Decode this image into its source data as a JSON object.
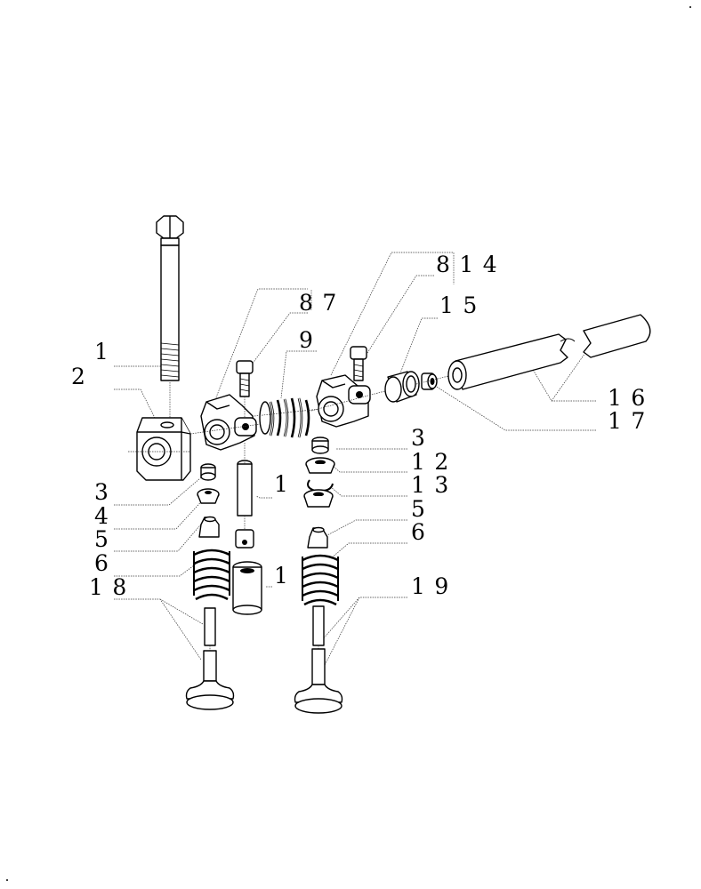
{
  "callouts": {
    "c1": "1",
    "c2": "2",
    "c3a": "3",
    "c4": "4",
    "c5a": "5",
    "c6a": "6",
    "c18": "18",
    "c87": "87",
    "c9": "9",
    "c814": "814",
    "c15": "15",
    "c16": "16",
    "c17": "17",
    "c3b": "3",
    "c12": "12",
    "c13": "13",
    "c5b": "5",
    "c6b": "6",
    "c19": "19",
    "c1b": "1",
    "c1c": "1"
  }
}
